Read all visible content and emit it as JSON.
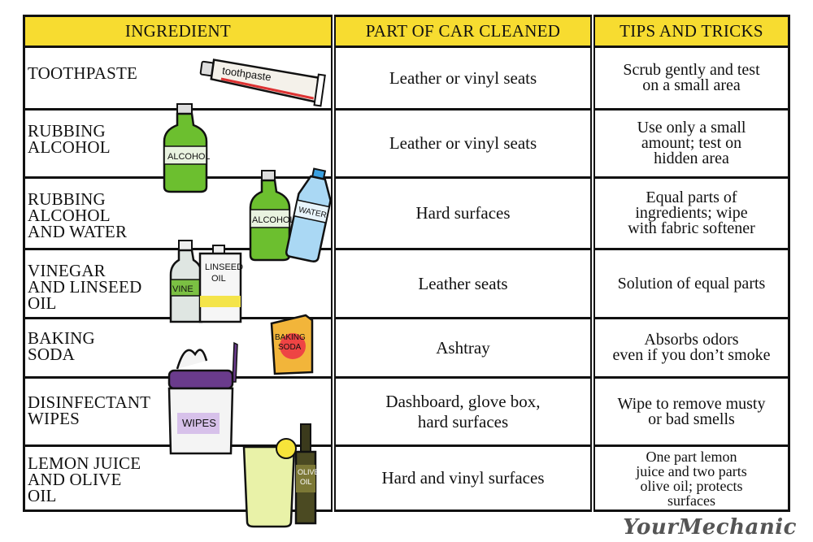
{
  "headers": {
    "ingredient": "INGREDIENT",
    "part": "PART OF CAR CLEANED",
    "tips": "TIPS AND TRICKS"
  },
  "rows": [
    {
      "ingredient": "TOOTHPASTE",
      "part": "Leather or vinyl seats",
      "tip": "Scrub gently and test\non a small area",
      "illustration": "toothpaste-tube",
      "label": "toothpaste"
    },
    {
      "ingredient": "RUBBING\nALCOHOL",
      "part": "Leather or vinyl seats",
      "tip": "Use only a small\namount; test on\nhidden area",
      "illustration": "alcohol-bottle",
      "label": "ALCOHOL"
    },
    {
      "ingredient": "RUBBING\nALCOHOL\nAND WATER",
      "part": "Hard surfaces",
      "tip": "Equal parts of\ningredients; wipe\nwith fabric softener",
      "illustration": "alcohol-and-water-bottles",
      "label": "ALCOHOL",
      "label2": "WATER"
    },
    {
      "ingredient": "VINEGAR\nAND LINSEED\nOIL",
      "part": "Leather seats",
      "tip": "Solution of equal parts",
      "illustration": "vinegar-and-linseed-oil",
      "label": "VINE",
      "label2": "LINSEED\nOIL"
    },
    {
      "ingredient": "BAKING\nSODA",
      "part": "Ashtray",
      "tip": "Absorbs odors\neven if you don’t smoke",
      "illustration": "baking-soda-box",
      "label": "BAKING\nSODA"
    },
    {
      "ingredient": "DISINFECTANT\nWIPES",
      "part": "Dashboard, glove box,\nhard surfaces",
      "tip": "Wipe to remove musty\nor bad smells",
      "illustration": "wipes-canister",
      "label": "WIPES"
    },
    {
      "ingredient": "LEMON JUICE\nAND OLIVE\nOIL",
      "part": "Hard and vinyl surfaces",
      "tip": "One part lemon\njuice and two parts\nolive oil; protects\nsurfaces",
      "illustration": "lemon-juice-and-olive-oil",
      "label": "OLIVE\nOIL"
    }
  ],
  "logo": {
    "text": "YourMechanic"
  },
  "colors": {
    "header": "#f7dc30",
    "border": "#111111"
  }
}
